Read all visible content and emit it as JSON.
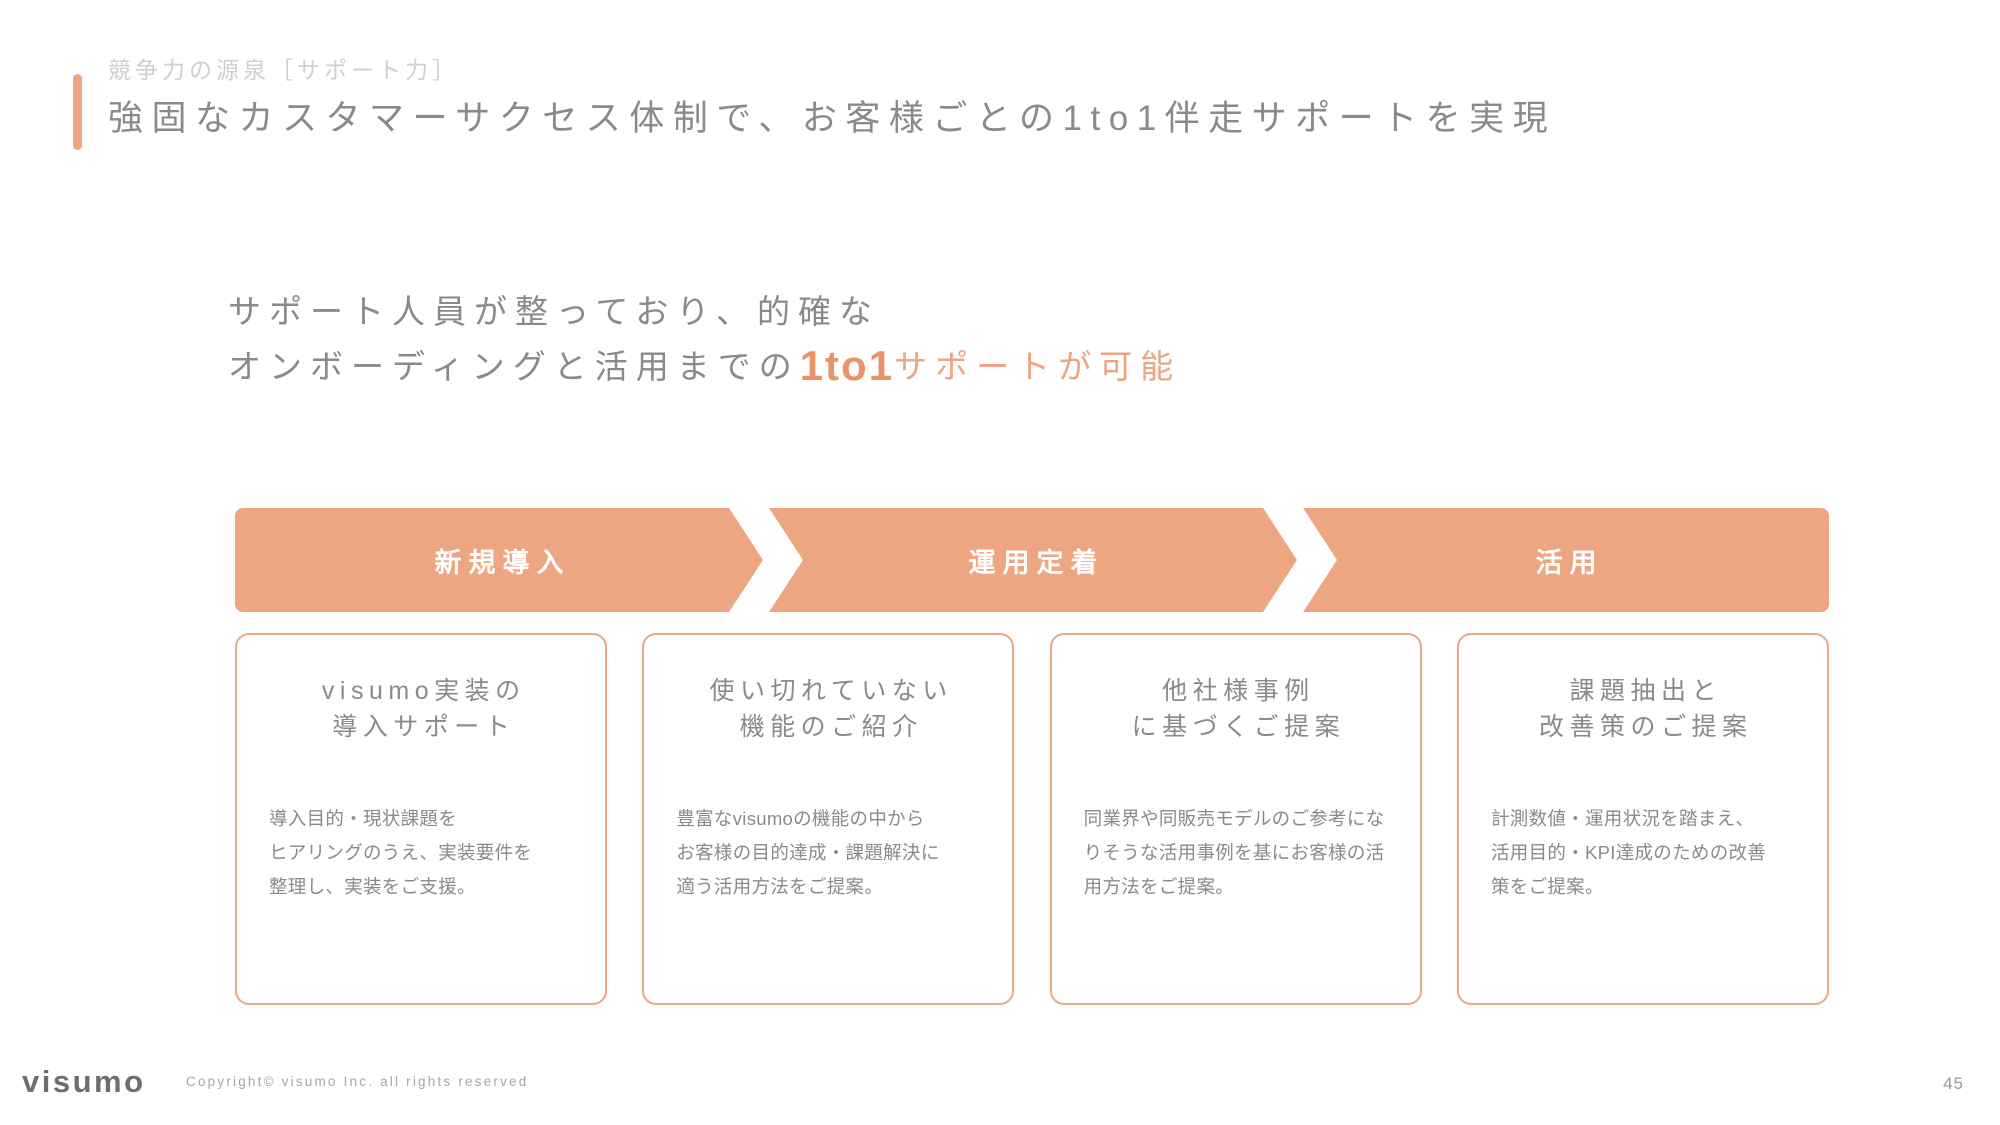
{
  "slide": {
    "accent_color": "#eda582",
    "text_color": "#8a8a8a",
    "kicker": "競争力の源泉［サポート力］",
    "headline": "強固なカスタマーサクセス体制で、お客様ごとの1to1伴走サポートを実現"
  },
  "lead": {
    "line1": "サポート人員が整っており、的確な",
    "line2_prefix": "オンボーディングと活用までの",
    "line2_highlight": "1to1",
    "line2_suffix": "サポートが可能"
  },
  "phases": [
    {
      "label": "新規導入"
    },
    {
      "label": "運用定着"
    },
    {
      "label": "活用"
    }
  ],
  "cards": [
    {
      "title_line1": "visumo実装の",
      "title_line2": "導入サポート",
      "body_line1": "導入目的・現状課題を",
      "body_line2": "ヒアリングのうえ、実装要件を",
      "body_line3": "整理し、実装をご支援。"
    },
    {
      "title_line1": "使い切れていない",
      "title_line2": "機能のご紹介",
      "body_line1": "豊富なvisumoの機能の中から",
      "body_line2": "お客様の目的達成・課題解決に",
      "body_line3": "適う活用方法をご提案。"
    },
    {
      "title_line1": "他社様事例",
      "title_line2": "に基づくご提案",
      "body_line1": "同業界や同販売モデルのご参考にな",
      "body_line2": "りそうな活用事例を基にお客様の活",
      "body_line3": "用方法をご提案。"
    },
    {
      "title_line1": "課題抽出と",
      "title_line2": "改善策のご提案",
      "body_line1": "計測数値・運用状況を踏まえ、",
      "body_line2": "活用目的・KPI達成のための改善",
      "body_line3": "策をご提案。"
    }
  ],
  "footer": {
    "logo": "visumo",
    "copyright": "Copyright© visumo Inc. all rights reserved",
    "page_number": "45"
  }
}
